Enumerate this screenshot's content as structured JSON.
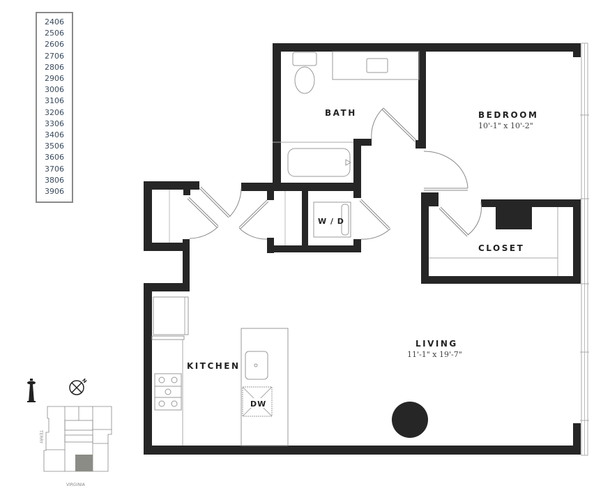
{
  "unit_list": {
    "units": [
      "2406",
      "2506",
      "2606",
      "2706",
      "2806",
      "2906",
      "3006",
      "3106",
      "3206",
      "3306",
      "3406",
      "3506",
      "3606",
      "3706",
      "3806",
      "3906"
    ]
  },
  "rooms": {
    "bath": {
      "label": "BATH"
    },
    "bedroom": {
      "label": "BEDROOM",
      "dimensions": "10'-1\" x 10'-2\""
    },
    "closet": {
      "label": "CLOSET"
    },
    "washer_dryer": {
      "label": "W / D"
    },
    "kitchen": {
      "label": "KITCHEN"
    },
    "dishwasher": {
      "label": "DW"
    },
    "living": {
      "label": "LIVING",
      "dimensions": "11'-1\" x 19'-7\""
    }
  },
  "key_plan": {
    "streets": {
      "left": "TERRY",
      "bottom": "VIRGINIA"
    },
    "compass": "N",
    "highlight_color": "#8c8c86"
  },
  "colors": {
    "wall": "#262626",
    "unit_text": "#3a4a5c",
    "frame": "#8a8a8a"
  }
}
